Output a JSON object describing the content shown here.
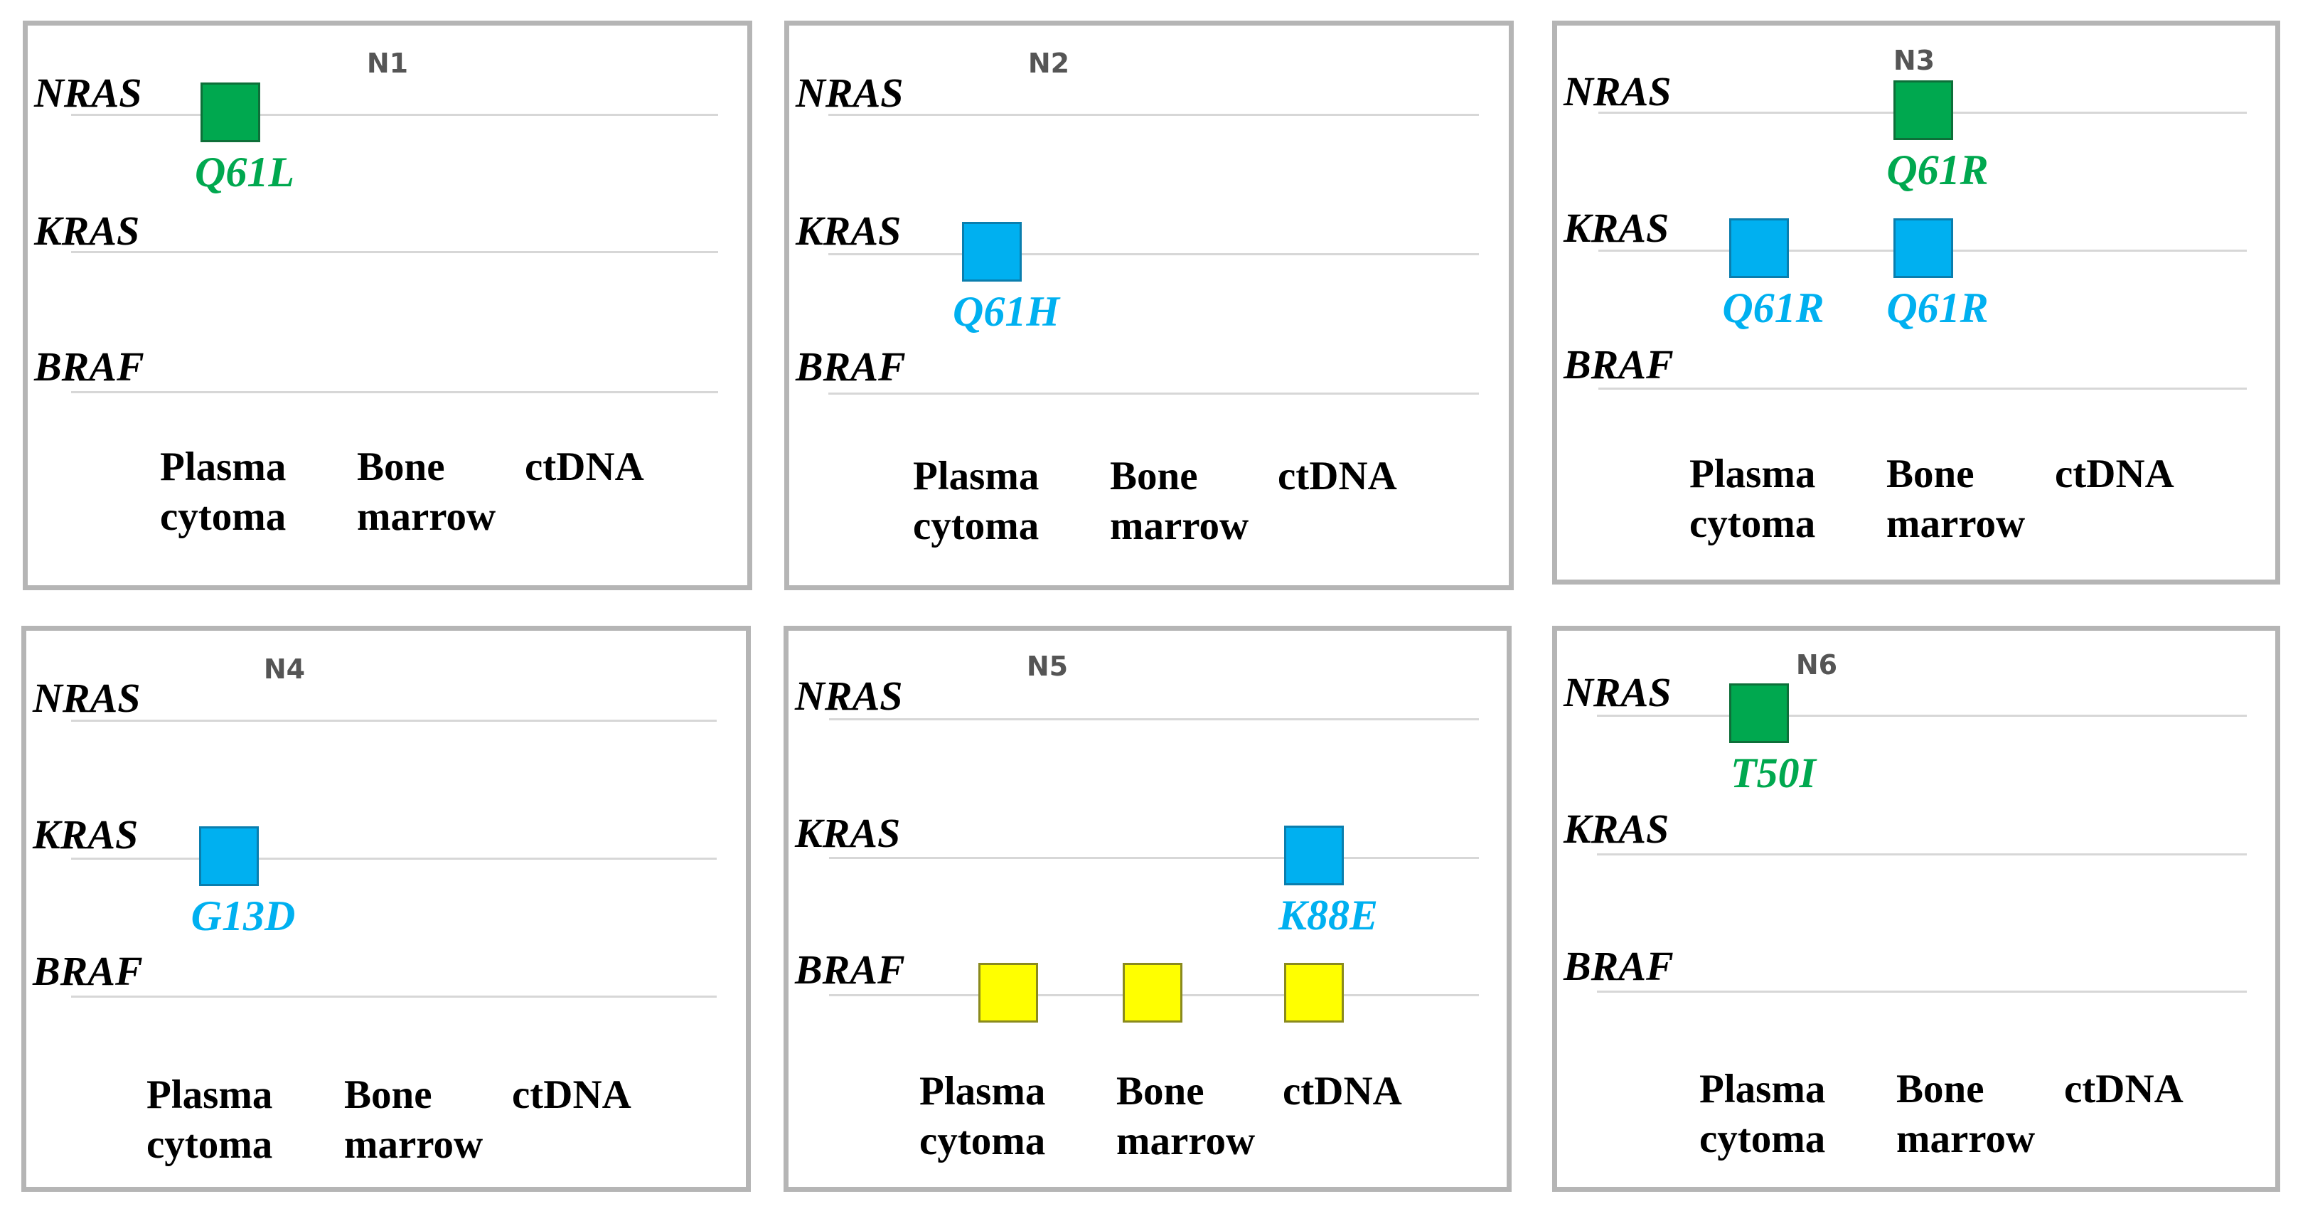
{
  "genes": [
    "NRAS",
    "KRAS",
    "BRAF"
  ],
  "columns": [
    {
      "line1": "Plasma",
      "line2": "cytoma"
    },
    {
      "line1": "Bone",
      "line2": "marrow"
    },
    {
      "line1": "ctDNA",
      "line2": ""
    }
  ],
  "colors": {
    "NRAS": "#00a84f",
    "KRAS": "#00b0f0",
    "BRAF": "#ffff00",
    "panel_border": "#b5b5b5",
    "gene_line": "#d7d7d7"
  },
  "panels": [
    {
      "id": "N1",
      "mutations": [
        {
          "gene": "NRAS",
          "sample": "Plasma cytoma",
          "label": "Q61L"
        }
      ]
    },
    {
      "id": "N2",
      "mutations": [
        {
          "gene": "KRAS",
          "sample": "Plasma cytoma",
          "label": "Q61H"
        }
      ]
    },
    {
      "id": "N3",
      "mutations": [
        {
          "gene": "NRAS",
          "sample": "Bone marrow",
          "label": "Q61R"
        },
        {
          "gene": "KRAS",
          "sample": "Plasma cytoma",
          "label": "Q61R"
        },
        {
          "gene": "KRAS",
          "sample": "Bone marrow",
          "label": "Q61R"
        }
      ]
    },
    {
      "id": "N4",
      "mutations": [
        {
          "gene": "KRAS",
          "sample": "Plasma cytoma",
          "label": "G13D"
        }
      ]
    },
    {
      "id": "N5",
      "mutations": [
        {
          "gene": "KRAS",
          "sample": "ctDNA",
          "label": "K88E"
        },
        {
          "gene": "BRAF",
          "sample": "Plasma cytoma",
          "label": ""
        },
        {
          "gene": "BRAF",
          "sample": "Bone marrow",
          "label": ""
        },
        {
          "gene": "BRAF",
          "sample": "ctDNA",
          "label": ""
        }
      ]
    },
    {
      "id": "N6",
      "mutations": [
        {
          "gene": "NRAS",
          "sample": "Plasma cytoma",
          "label": "T50I"
        }
      ]
    }
  ]
}
